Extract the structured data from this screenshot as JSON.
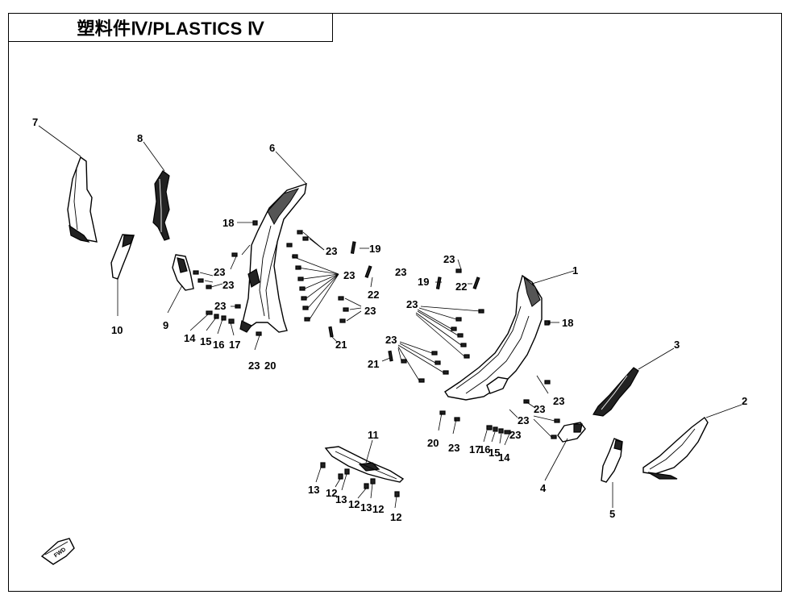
{
  "title": "塑料件Ⅳ/PLASTICS Ⅳ",
  "callouts": [
    "1",
    "2",
    "3",
    "4",
    "5",
    "6",
    "7",
    "8",
    "9",
    "10",
    "11",
    "12",
    "13",
    "14",
    "15",
    "16",
    "17",
    "18",
    "19",
    "20",
    "21",
    "22",
    "23"
  ],
  "fwd_icon": "fwd-arrow-icon"
}
